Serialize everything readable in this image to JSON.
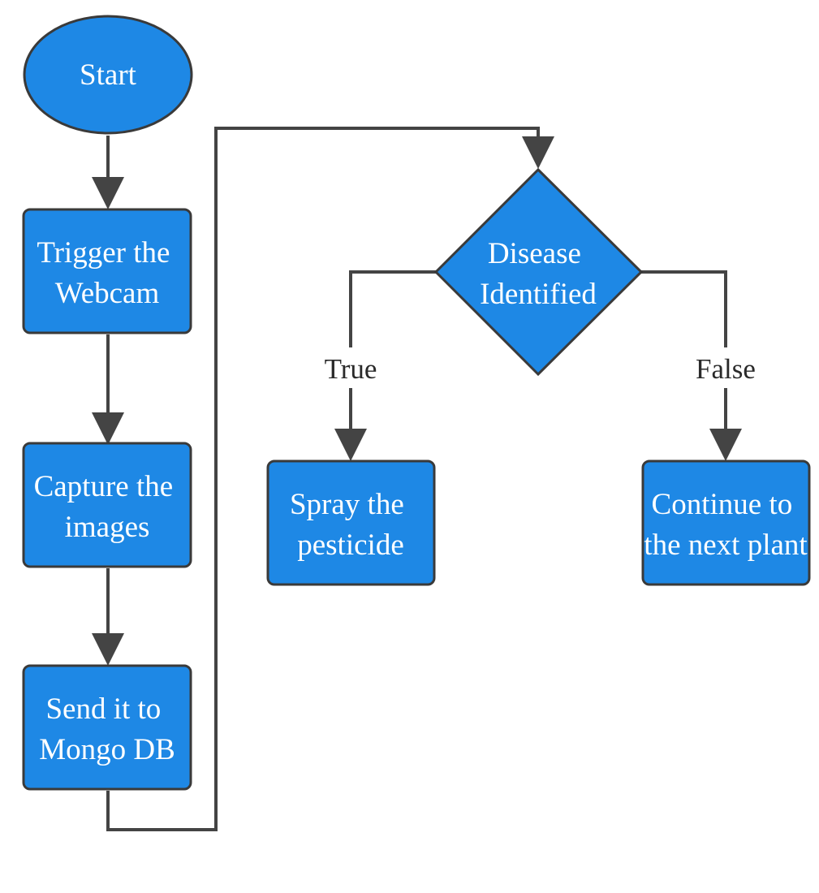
{
  "nodes": {
    "start": {
      "lines": [
        "Start"
      ]
    },
    "trigger_webcam": {
      "lines": [
        "Trigger the",
        "Webcam"
      ]
    },
    "capture_images": {
      "lines": [
        "Capture the",
        "images"
      ]
    },
    "send_mongo": {
      "lines": [
        "Send it to",
        "Mongo DB"
      ]
    },
    "decision": {
      "lines": [
        "Disease",
        "Identified"
      ]
    },
    "spray": {
      "lines": [
        "Spray the",
        "pesticide"
      ]
    },
    "continue": {
      "lines": [
        "Continue to",
        "the next plant"
      ]
    }
  },
  "edges": {
    "true_label": "True",
    "false_label": "False"
  },
  "colors": {
    "node_fill": "#1e88e5",
    "node_stroke": "#3a3a3a",
    "edge": "#444444",
    "text": "#ffffff",
    "label_text": "#2a2a2a"
  }
}
